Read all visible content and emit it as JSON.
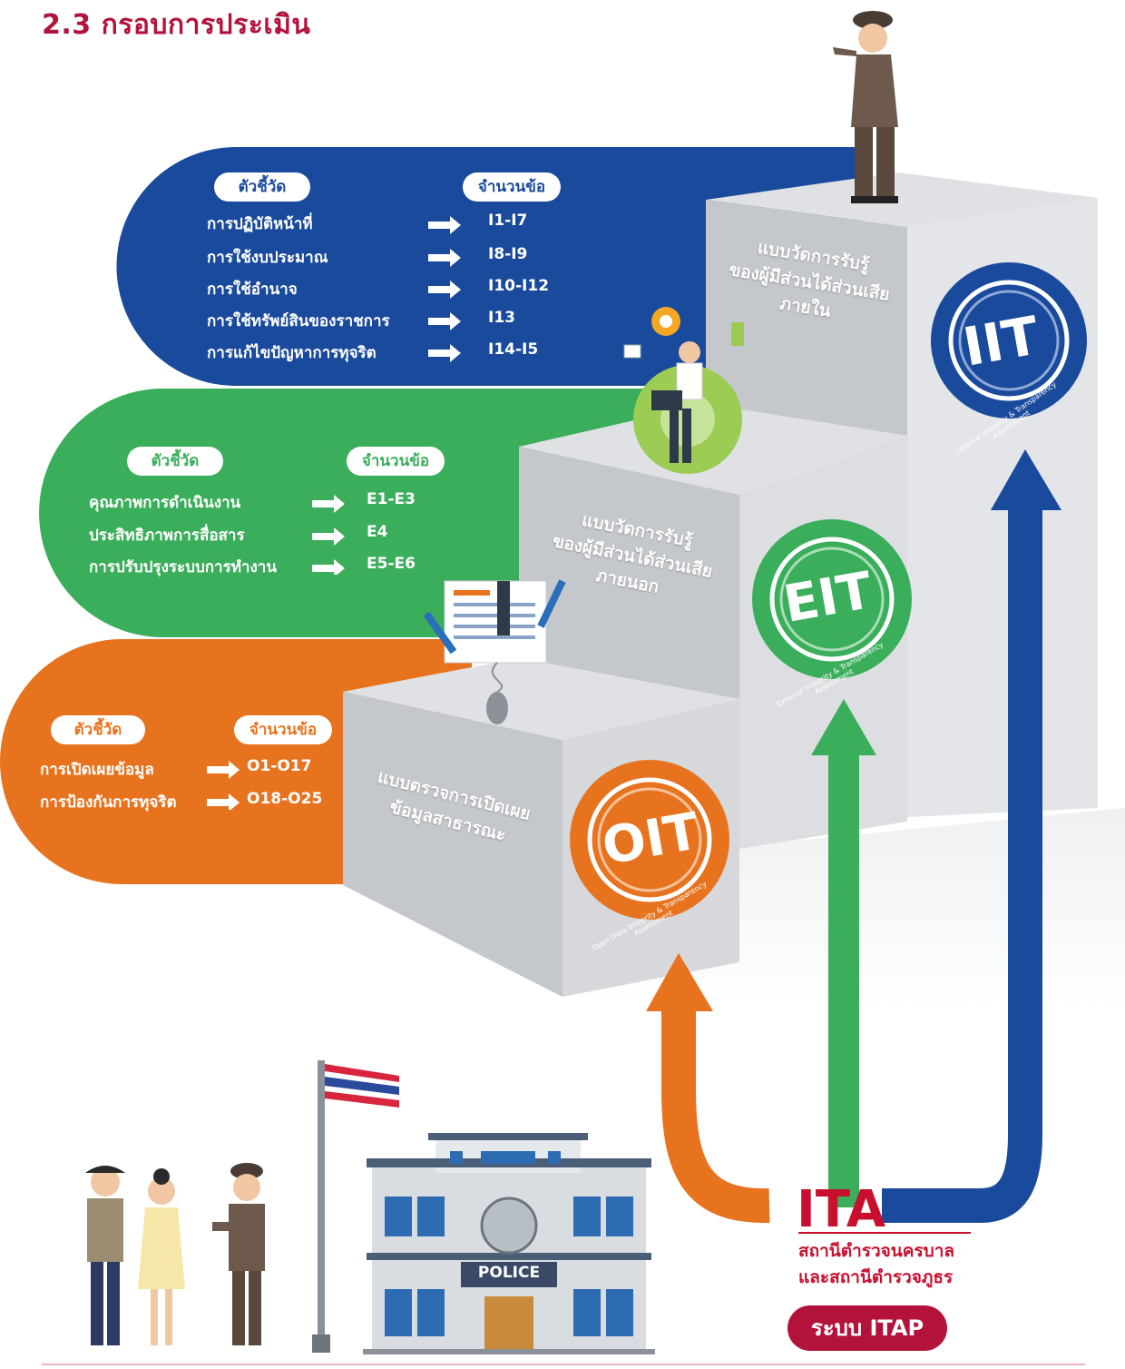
{
  "title": "2.3 กรอบการประเมิน",
  "colors": {
    "blue": "#1a4a9c",
    "green": "#3aae5b",
    "orange": "#e8731f",
    "crimson": "#b3123b",
    "step_gray": "#c9ccd0"
  },
  "iit": {
    "header_indicator": "ตัวชี้วัด",
    "header_count": "จำนวนข้อ",
    "rows": [
      {
        "label": "การปฏิบัติหน้าที่",
        "code": "I1-I7"
      },
      {
        "label": "การใช้งบประมาณ",
        "code": "I8-I9"
      },
      {
        "label": "การใช้อำนาจ",
        "code": "I10-I12"
      },
      {
        "label": "การใช้ทรัพย์สินของราชการ",
        "code": "I13"
      },
      {
        "label": "การแก้ไขปัญหาการทุจริต",
        "code": "I14-I5"
      }
    ],
    "step_caption": [
      "แบบวัดการรับรู้",
      "ของผู้มีส่วนได้ส่วนเสีย",
      "ภายใน"
    ],
    "badge": "IIT",
    "badge_ring": "Internal Integrity & Transparency Assessment"
  },
  "eit": {
    "header_indicator": "ตัวชี้วัด",
    "header_count": "จำนวนข้อ",
    "rows": [
      {
        "label": "คุณภาพการดำเนินงาน",
        "code": "E1-E3"
      },
      {
        "label": "ประสิทธิภาพการสื่อสาร",
        "code": "E4"
      },
      {
        "label": "การปรับปรุงระบบการทำงาน",
        "code": "E5-E6"
      }
    ],
    "step_caption": [
      "แบบวัดการรับรู้",
      "ของผู้มีส่วนได้ส่วนเสีย",
      "ภายนอก"
    ],
    "badge": "EIT",
    "badge_ring": "External Integrity & Transparency Assessment"
  },
  "oit": {
    "header_indicator": "ตัวชี้วัด",
    "header_count": "จำนวนข้อ",
    "rows": [
      {
        "label": "การเปิดเผยข้อมูล",
        "code": "O1-O17"
      },
      {
        "label": "การป้องกันการทุจริต",
        "code": "O18-O25"
      }
    ],
    "step_caption": [
      "แบบตรวจการเปิดเผย",
      "ข้อมูลสาธารณะ"
    ],
    "badge": "OIT",
    "badge_ring": "Open Data Integrity & Transparency Assessment"
  },
  "ita": {
    "title": "ITA",
    "subtitle": [
      "สถานีตำรวจนครบาล",
      "และสถานีตำรวจภูธร"
    ],
    "system_button": "ระบบ ITAP"
  },
  "building_sign": "POLICE"
}
